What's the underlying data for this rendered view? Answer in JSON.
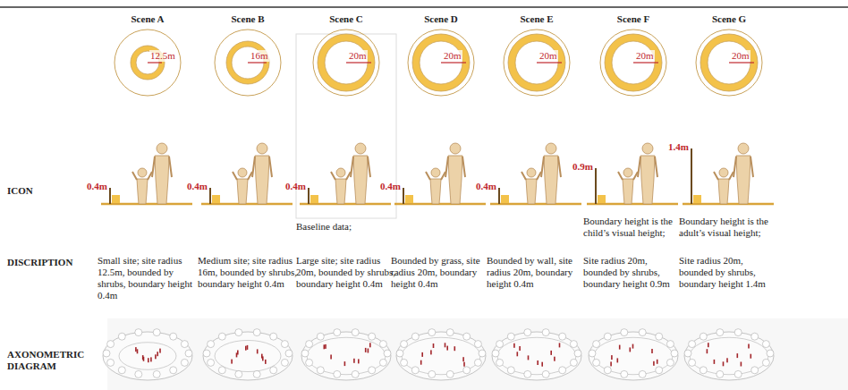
{
  "diagram": {
    "labels": [
      "Scene A",
      "Scene B",
      "Scene C",
      "Scene D",
      "Scene E",
      "Scene F",
      "Scene G",
      "ICON",
      "12.5m",
      "16m",
      "20m",
      "20m",
      "20m",
      "20m",
      "20m",
      "0.4m",
      "0.4m",
      "0.4m",
      "0.4m",
      "0.4m",
      "0.9m",
      "1.4m",
      "Baseline data;",
      "Boundary height is the child’s visual height;",
      "Boundary height is the adult’s visual height;",
      "DISCRIPTION",
      "Small site; site radius 12.5m, bounded by shrubs, boundary height 0.4m",
      "Medium site; site radius 16m, bounded by shrubs, boundary height 0.4m",
      "Large site; site radius 20m, bounded by shrubs, boundary height 0.4m",
      "Bounded by grass, site radius 20m, boundary height 0.4m",
      "Bounded by wall, site radius 20m, boundary height 0.4m",
      "Site radius 20m, bounded by shrubs, boundary height 0.9m",
      "Site radius 20m, bounded by shrubs, boundary height 1.4m",
      "AXONOMETRIC DIAGRAM"
    ]
  }
}
